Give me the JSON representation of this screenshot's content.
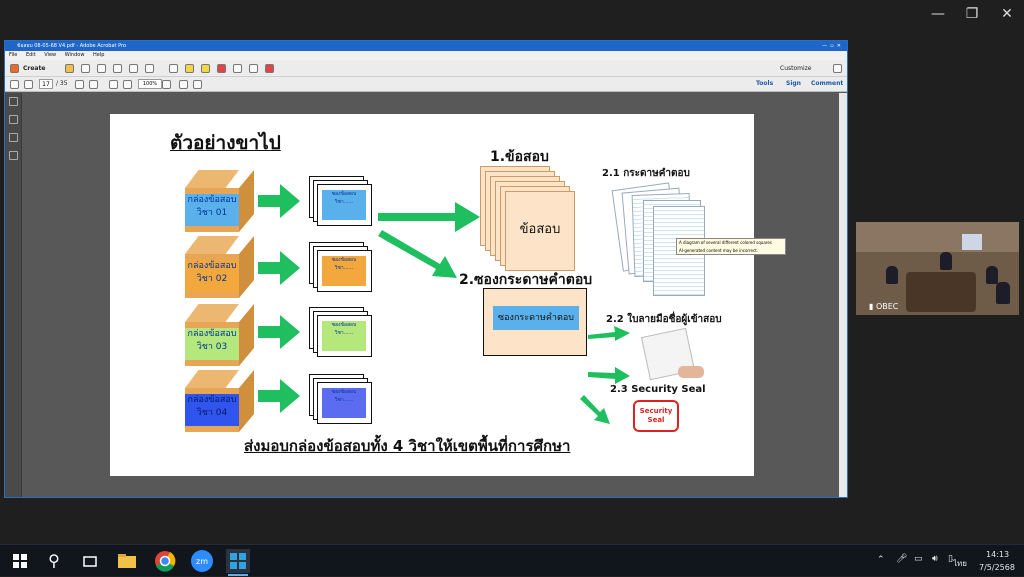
{
  "acrobat": {
    "title": "ข้อสอบ 08-05-68 V4.pdf - Adobe Acrobat Pro",
    "menu": [
      "File",
      "Edit",
      "View",
      "Window",
      "Help"
    ],
    "create_label": "Create",
    "customize_label": "Customize",
    "page_number": "17",
    "page_total": "/ 35",
    "zoom": "100%",
    "tools_label": "Tools",
    "sign_label": "Sign",
    "comment_label": "Comment"
  },
  "slide": {
    "title": "ตัวอย่างขาไป",
    "boxes": [
      {
        "line1": "กล่องข้อสอบ",
        "line2": "วิชา 01",
        "color": "#5ab0ea"
      },
      {
        "line1": "กล่องข้อสอบ",
        "line2": "วิชา 02",
        "color": "#f3a83e"
      },
      {
        "line1": "กล่องข้อสอบ",
        "line2": "วิชา 03",
        "color": "#b4e77c"
      },
      {
        "line1": "กล่องข้อสอบ",
        "line2": "วิชา 04",
        "color": "#2f55ee"
      }
    ],
    "stacks": [
      {
        "line1": "ซองข้อสอบ",
        "line2": "วิชา......"
      },
      {
        "line1": "ซองข้อสอบ",
        "line2": "วิชา......"
      },
      {
        "line1": "ซองข้อสอบ",
        "line2": "วิชา......"
      },
      {
        "line1": "ซองข้อสอบ",
        "line2": "วิชา......"
      }
    ],
    "item1_heading": "1.ข้อสอบ",
    "item1_paper_label": "ข้อสอบ",
    "item2_heading": "2.ซองกระดาษคำตอบ",
    "item2_box_label": "ซองกระดาษคำตอบ",
    "sub21": "2.1 กระดาษคำตอบ",
    "sub22": "2.2 ใบลายมือชื่อผู้เข้าสอบ",
    "sub23": "2.3 Security Seal",
    "seal_text": "Security Seal",
    "footer": "ส่งมอบกล่องข้อสอบทั้ง 4 วิชาให้เขตพื้นที่การศึกษา",
    "tooltip_line1": "A diagram of several different colored squares",
    "tooltip_line2": "AI-generated content may be incorrect."
  },
  "video": {
    "label": "OBEC"
  },
  "taskbar": {
    "time": "14:13",
    "date": "7/5/2568",
    "lang": "ไทย"
  }
}
